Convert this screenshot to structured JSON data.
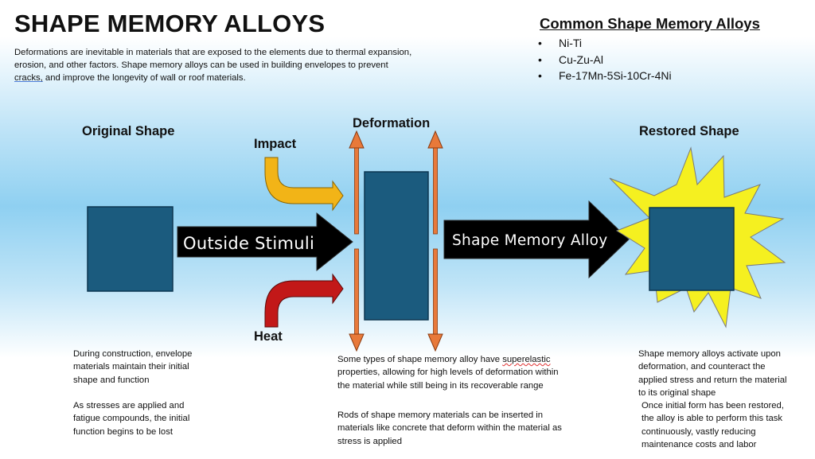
{
  "title": "SHAPE MEMORY ALLOYS",
  "intro": {
    "part1": "Deformations are inevitable in materials that are exposed to the elements due to thermal expansion, erosion, and other factors. Shape memory alloys can be used in building envelopes to prevent ",
    "underlined": "cracks,",
    "part2": " and improve the longevity of wall or roof materials."
  },
  "common_alloys": {
    "title": "Common Shape Memory Alloys",
    "bullet": "•",
    "items": [
      "Ni-Ti",
      "Cu-Zu-Al",
      "Fe-17Mn-5Si-10Cr-4Ni"
    ]
  },
  "labels": {
    "original": "Original Shape",
    "impact": "Impact",
    "deformation": "Deformation",
    "heat": "Heat",
    "restored": "Restored Shape"
  },
  "arrows": {
    "outside_stimuli": "Outside Stimuli",
    "shape_memory_alloy": "Shape Memory Alloy"
  },
  "texts": {
    "construction": "During construction, envelope materials maintain their initial shape and function",
    "stresses": "As stresses are applied and fatigue compounds, the initial function begins to be lost",
    "superelastic_pre": "Some types of shape memory alloy have ",
    "superelastic_word": "superelastic",
    "superelastic_post": " properties, allowing for high levels of deformation within the material while still being in its recoverable range",
    "rods": "Rods of shape memory materials can be inserted in materials like concrete that deform within the material as stress is applied",
    "activate": "Shape memory alloys activate upon deformation, and counteract the applied stress and return the material to its original shape",
    "restored_text": "Once initial form has been restored, the alloy is able to perform this task continuously, vastly reducing maintenance costs and labor"
  },
  "colors": {
    "block": "#1b5b7e",
    "block_border": "#0d3650",
    "rod": "#e8793a",
    "impact_arrow": "#f2b417",
    "heat_arrow": "#c21818",
    "starburst": "#f5f020"
  }
}
